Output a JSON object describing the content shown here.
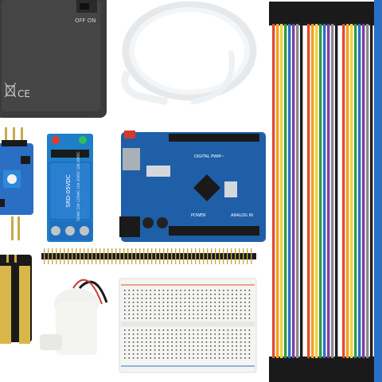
{
  "battery_box": {
    "switch_text": "OFF ON",
    "mark_text": "CE"
  },
  "relay": {
    "text": "SRD-05VDC",
    "rating": "10A 250VAC 10A 125VAC 10A 30VDC 10A 28VDC"
  },
  "uno": {
    "digital_label": "DIGITAL PWM~",
    "power_label": "POWER",
    "analog_label": "ANALOG IN"
  },
  "colors": {
    "pcb_blue": "#1f5fa8",
    "relay_blue": "#1e7fc8",
    "header_black": "#1a1a1a"
  },
  "wire_colors": [
    "#e24b2a",
    "#f0a020",
    "#f2d23a",
    "#2d9a4a",
    "#2a6fc4",
    "#7a3ea0",
    "#8a8a8a",
    "#1c1c1c"
  ]
}
